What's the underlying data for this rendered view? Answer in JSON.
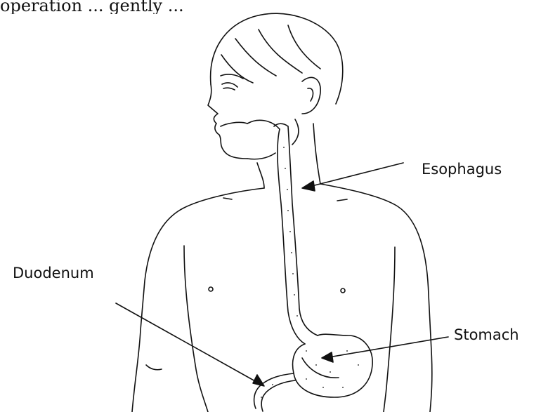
{
  "caption_fragment": "operation ... gently ...",
  "labels": {
    "esophagus": "Esophagus",
    "duodenum": "Duodenum",
    "stomach": "Stomach"
  },
  "colors": {
    "line": "#111111",
    "background": "#ffffff"
  }
}
